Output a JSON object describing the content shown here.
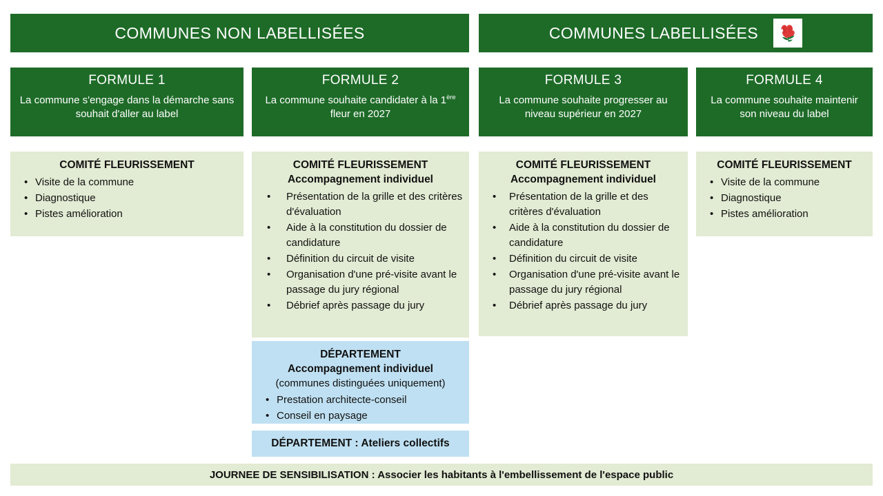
{
  "banners": [
    {
      "id": "non-labellisees",
      "title": "COMMUNES NON LABELLISÉES",
      "icon": null
    },
    {
      "id": "labellisees",
      "title": "COMMUNES LABELLISÉES",
      "icon": "flower-label-icon"
    }
  ],
  "formulas": [
    {
      "title": "FORMULE 1",
      "desc": "La commune s'engage dans la démarche sans souhait d'aller au label"
    },
    {
      "title": "FORMULE 2",
      "desc_pre": "La commune souhaite candidater à la 1",
      "desc_sup": "ère",
      "desc_post": " fleur en 2027"
    },
    {
      "title": "FORMULE 3",
      "desc": "La commune souhaite progresser au niveau supérieur en 2027"
    },
    {
      "title": "FORMULE 4",
      "desc": "La commune souhaite maintenir son niveau du label"
    }
  ],
  "panels": {
    "p1": {
      "head": "COMITÉ FLEURISSEMENT",
      "items": [
        "Visite de la commune",
        "Diagnostique",
        "Pistes amélioration"
      ]
    },
    "p2": {
      "head": "COMITÉ FLEURISSEMENT",
      "sub": "Accompagnement individuel",
      "items": [
        "Présentation de la grille et des critères d'évaluation",
        "Aide à la constitution du dossier de candidature",
        "Définition du circuit de visite",
        "Organisation d'une pré-visite avant le passage du jury régional",
        "Débrief après passage du jury"
      ]
    },
    "p3": {
      "head": "COMITÉ FLEURISSEMENT",
      "sub": "Accompagnement individuel",
      "items": [
        "Présentation de la grille et des critères d'évaluation",
        "Aide à la constitution du dossier de candidature",
        "Définition du circuit de visite",
        "Organisation d'une pré-visite avant le passage du jury régional",
        "Débrief après passage du jury"
      ]
    },
    "p4": {
      "head": "COMITÉ FLEURISSEMENT",
      "items": [
        "Visite de la commune",
        "Diagnostique",
        "Pistes amélioration"
      ]
    },
    "dept": {
      "head": "DÉPARTEMENT",
      "sub": "Accompagnement individuel",
      "note": "(communes distinguées uniquement)",
      "items": [
        "Prestation architecte-conseil",
        "Conseil en paysage"
      ]
    },
    "dept_ateliers": {
      "text": "DÉPARTEMENT : Ateliers collectifs"
    }
  },
  "footer": {
    "text": "JOURNEE DE SENSIBILISATION : Associer les habitants à l'embellissement de l'espace public"
  },
  "bullet_char": "•",
  "colors": {
    "dark_green": "#1E6B28",
    "light_green": "#E2EBD3",
    "light_blue": "#BFE0F2",
    "flower_red": "#E03A3A",
    "flower_green": "#1E7A3C",
    "text": "#111111",
    "banner_text": "#FFFFFF"
  }
}
